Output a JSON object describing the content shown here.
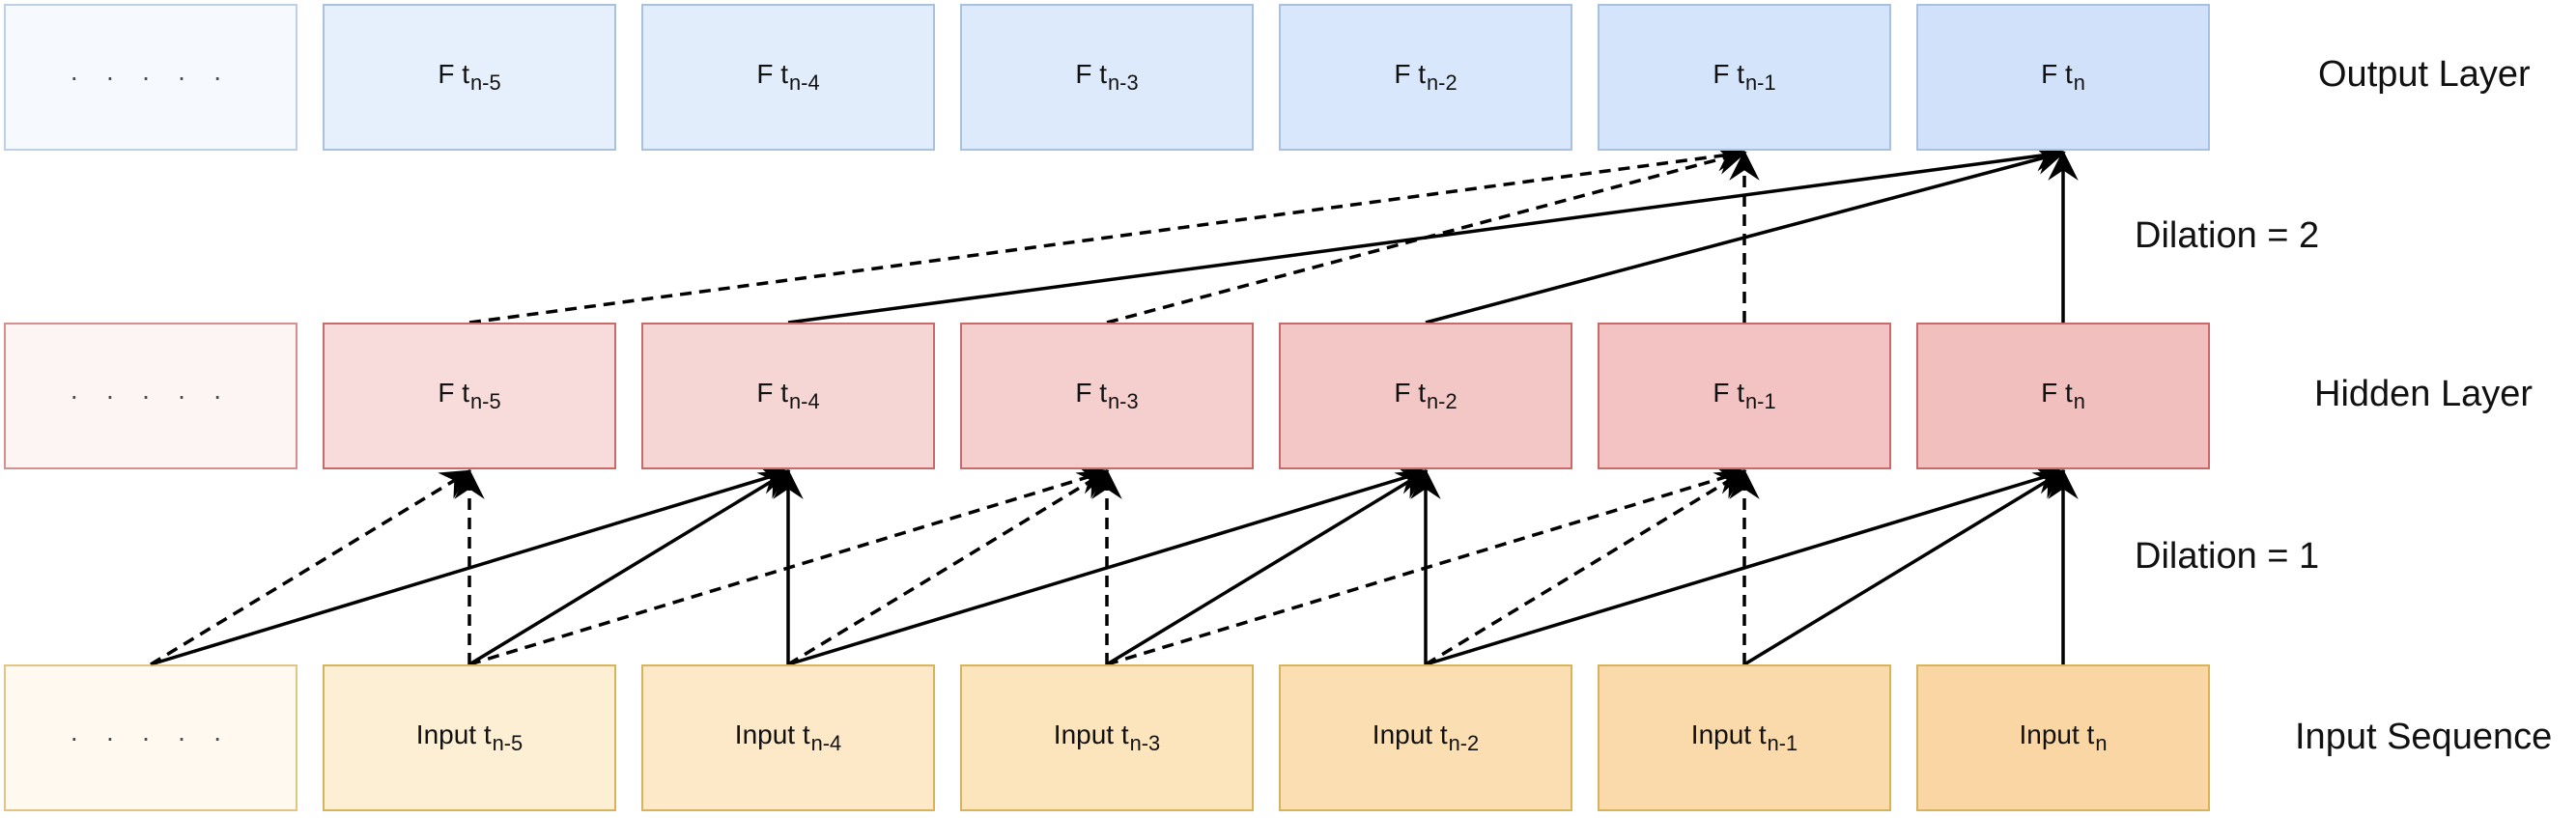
{
  "layers": {
    "output": {
      "label": "Output Layer",
      "nodes": [
        {
          "base": "· · · · ·",
          "sub": ""
        },
        {
          "base": "F t",
          "sub": "n-5"
        },
        {
          "base": "F t",
          "sub": "n-4"
        },
        {
          "base": "F t",
          "sub": "n-3"
        },
        {
          "base": "F t",
          "sub": "n-2"
        },
        {
          "base": "F t",
          "sub": "n-1"
        },
        {
          "base": "F t",
          "sub": "n"
        }
      ]
    },
    "hidden": {
      "label": "Hidden Layer",
      "nodes": [
        {
          "base": "· · · · ·",
          "sub": ""
        },
        {
          "base": "F t",
          "sub": "n-5"
        },
        {
          "base": "F t",
          "sub": "n-4"
        },
        {
          "base": "F t",
          "sub": "n-3"
        },
        {
          "base": "F t",
          "sub": "n-2"
        },
        {
          "base": "F t",
          "sub": "n-1"
        },
        {
          "base": "F t",
          "sub": "n"
        }
      ]
    },
    "input": {
      "label": "Input Sequence",
      "nodes": [
        {
          "base": "· · · · ·",
          "sub": ""
        },
        {
          "base": "Input t",
          "sub": "n-5"
        },
        {
          "base": "Input t",
          "sub": "n-4"
        },
        {
          "base": "Input t",
          "sub": "n-3"
        },
        {
          "base": "Input t",
          "sub": "n-2"
        },
        {
          "base": "Input t",
          "sub": "n-1"
        },
        {
          "base": "Input t",
          "sub": "n"
        }
      ]
    }
  },
  "dilations": {
    "upper": "Dilation = 2",
    "lower": "Dilation = 1"
  },
  "colors": {
    "output_fills": [
      "#f3f8fe",
      "#e6f0fc",
      "#e2edfb",
      "#ddeafb",
      "#d8e7fb",
      "#d4e4fa",
      "#d0e1f9"
    ],
    "output_stroke": "#a9c1e0",
    "hidden_fills": [
      "#fdf1f1",
      "#f8dcdc",
      "#f6d5d5",
      "#f5cece",
      "#f4c7c7",
      "#f3c2c2",
      "#f2bfbf"
    ],
    "hidden_stroke": "#c96a6a",
    "input_fills": [
      "#fff8ea",
      "#fdefd3",
      "#fde9c7",
      "#fce4bd",
      "#fbdfb3",
      "#fadaab",
      "#f9d6a4"
    ],
    "input_stroke": "#d9b25c"
  },
  "edges": {
    "hidden_to_output": [
      {
        "from": 1,
        "to": 5,
        "style": "dashed"
      },
      {
        "from": 2,
        "to": 6,
        "style": "solid"
      },
      {
        "from": 3,
        "to": 5,
        "style": "dashed"
      },
      {
        "from": 4,
        "to": 6,
        "style": "solid"
      },
      {
        "from": 5,
        "to": 5,
        "style": "dashed"
      },
      {
        "from": 6,
        "to": 6,
        "style": "solid"
      }
    ],
    "input_to_hidden": [
      {
        "from": 0,
        "to": 1,
        "style": "dashed"
      },
      {
        "from": 0,
        "to": 2,
        "style": "solid"
      },
      {
        "from": 1,
        "to": 1,
        "style": "dashed"
      },
      {
        "from": 1,
        "to": 2,
        "style": "solid"
      },
      {
        "from": 1,
        "to": 3,
        "style": "dashed"
      },
      {
        "from": 2,
        "to": 2,
        "style": "solid"
      },
      {
        "from": 2,
        "to": 3,
        "style": "dashed"
      },
      {
        "from": 2,
        "to": 4,
        "style": "solid"
      },
      {
        "from": 3,
        "to": 3,
        "style": "dashed"
      },
      {
        "from": 3,
        "to": 4,
        "style": "solid"
      },
      {
        "from": 3,
        "to": 5,
        "style": "dashed"
      },
      {
        "from": 4,
        "to": 4,
        "style": "solid"
      },
      {
        "from": 4,
        "to": 5,
        "style": "dashed"
      },
      {
        "from": 4,
        "to": 6,
        "style": "solid"
      },
      {
        "from": 5,
        "to": 5,
        "style": "dashed"
      },
      {
        "from": 5,
        "to": 6,
        "style": "solid"
      },
      {
        "from": 6,
        "to": 6,
        "style": "solid"
      }
    ]
  }
}
